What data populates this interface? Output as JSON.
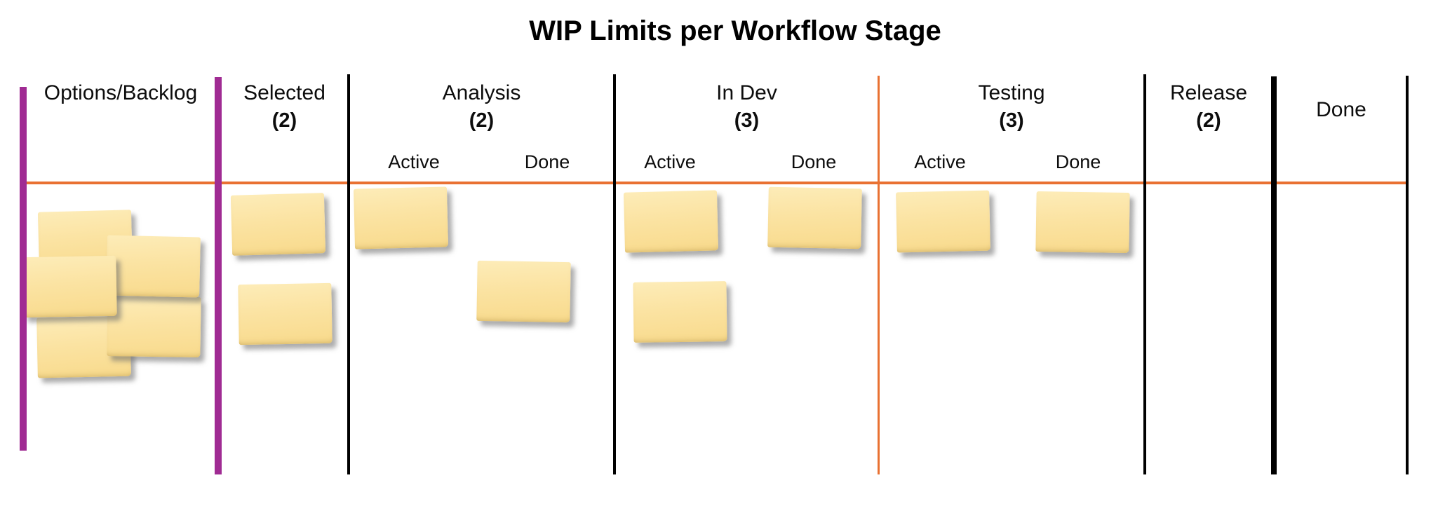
{
  "title": "WIP Limits per Workflow Stage",
  "colors": {
    "divider_purple": "#A02B93",
    "divider_orange": "#E97132",
    "divider_black": "#000000",
    "note_yellow": "#FBE3A2",
    "background": "#FFFFFF",
    "text": "#000000"
  },
  "columns": [
    {
      "label": "Options/Backlog",
      "limit_label": "",
      "sublanes": [],
      "card_count": 5
    },
    {
      "label": "Selected",
      "limit_label": "(2)",
      "sublanes": [],
      "card_count": 2
    },
    {
      "label": "Analysis",
      "limit_label": "(2)",
      "sublanes": [
        "Active",
        "Done"
      ],
      "card_count_active": 1,
      "card_count_done": 1
    },
    {
      "label": "In Dev",
      "limit_label": "(3)",
      "sublanes": [
        "Active",
        "Done"
      ],
      "card_count_active": 2,
      "card_count_done": 1
    },
    {
      "label": "Testing",
      "limit_label": "(3)",
      "sublanes": [
        "Active",
        "Done"
      ],
      "card_count_active": 1,
      "card_count_done": 1
    },
    {
      "label": "Release",
      "limit_label": "(2)",
      "sublanes": [],
      "card_count": 0
    },
    {
      "label": "Done",
      "limit_label": "",
      "sublanes": [],
      "card_count": 0
    }
  ]
}
